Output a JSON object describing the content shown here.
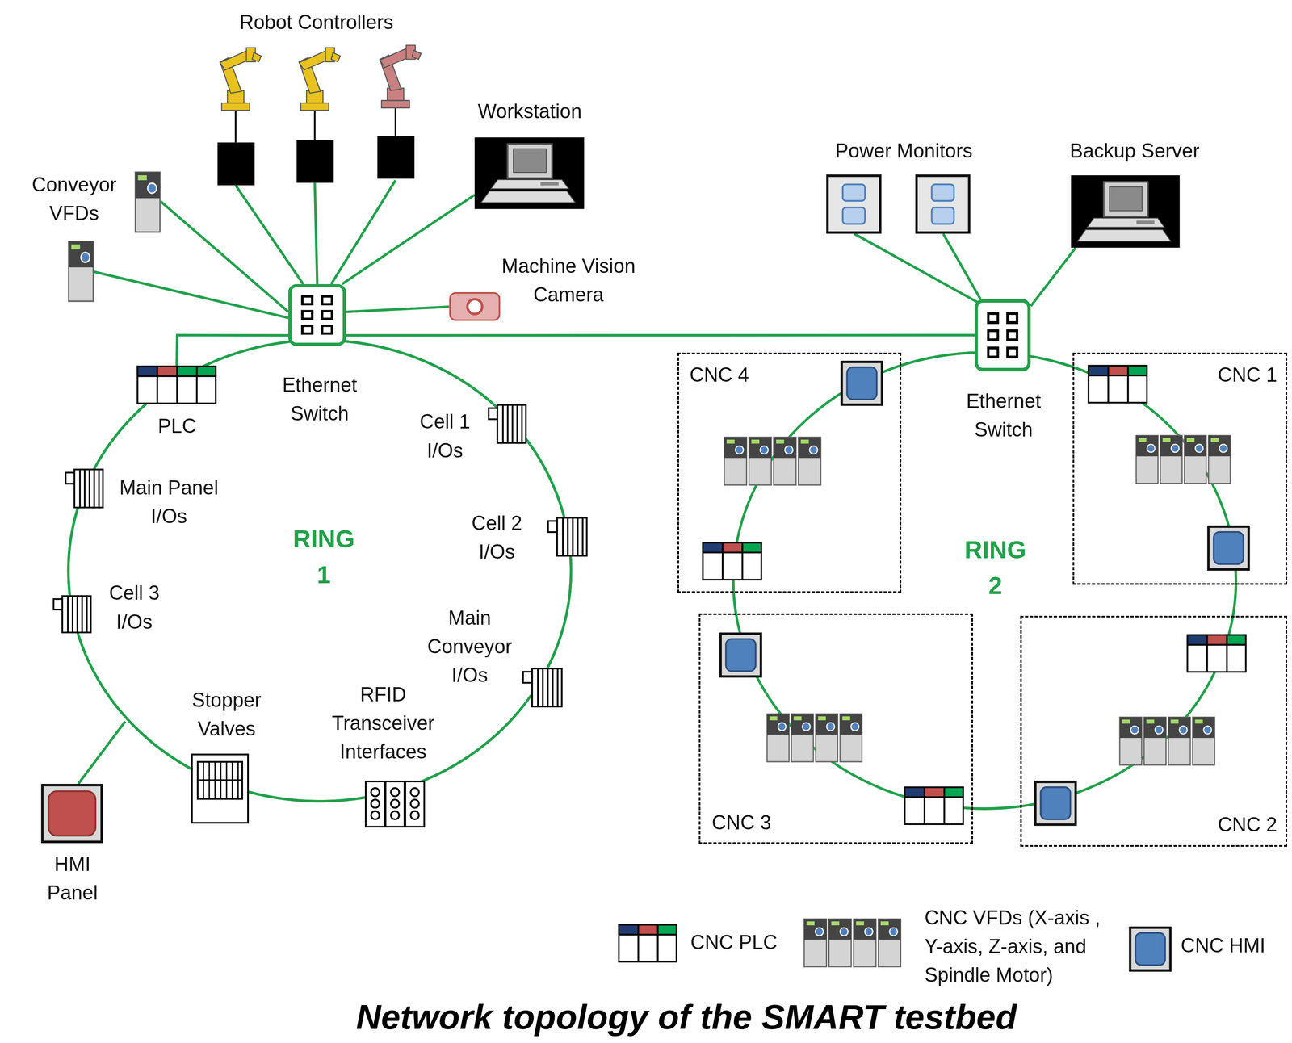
{
  "diagram": {
    "caption": "Network topology of the SMART testbed",
    "nodes": [
      {
        "text": [
          "Conveyor VFDs"
        ]
      },
      {
        "text": [
          "Workstation"
        ]
      },
      {
        "text": [
          "Ethernet Switch"
        ]
      },
      {
        "text": [
          "Machine Vision Camera"
        ]
      },
      {
        "text": [
          "Power Monitors"
        ]
      },
      {
        "text": [
          "Backup Server"
        ]
      },
      {
        "text": [
          "Ethernet Switch"
        ]
      },
      {
        "text": [
          "PLC"
        ]
      },
      {
        "text": [
          "Cell 1 I/Os"
        ]
      },
      {
        "text": [
          "Main Panel I/Os"
        ]
      },
      {
        "text": [
          "Cell 2 I/Os"
        ]
      },
      {
        "text": [
          "Cell 3 I/Os"
        ]
      },
      {
        "text": [
          "Main Conveyor I/Os"
        ]
      },
      {
        "text": [
          "Stopper Valves"
        ]
      },
      {
        "text": [
          "RFID Transceiver Interfaces"
        ]
      },
      {
        "text": [
          "HMI Panel"
        ]
      },
      {
        "text": [
          "CNC 4"
        ]
      },
      {
        "text": [
          "CNC 1"
        ]
      },
      {
        "text": [
          "CNC 3"
        ]
      },
      {
        "text": [
          "CNC 2"
        ]
      }
    ],
    "edges": [
      {
        "from": 2,
        "to": 0,
        "arrow": "none"
      },
      {
        "from": 2,
        "to": 1,
        "arrow": "none"
      },
      {
        "from": 2,
        "to": 3,
        "arrow": "none"
      },
      {
        "from": 2,
        "to": 6,
        "arrow": "none"
      },
      {
        "from": 6,
        "to": 4,
        "arrow": "none"
      },
      {
        "from": 6,
        "to": 5,
        "arrow": "none"
      },
      {
        "from": 2,
        "to": 7,
        "arrow": "none"
      },
      {
        "from": 2,
        "to": 8,
        "arrow": "none"
      },
      {
        "from": 8,
        "to": 10,
        "arrow": "none"
      },
      {
        "from": 10,
        "to": 12,
        "arrow": "none"
      },
      {
        "from": 12,
        "to": 14,
        "arrow": "none"
      },
      {
        "from": 14,
        "to": 13,
        "arrow": "none"
      },
      {
        "from": 13,
        "to": 11,
        "arrow": "none"
      },
      {
        "from": 11,
        "to": 9,
        "arrow": "none"
      },
      {
        "from": 9,
        "to": 7,
        "arrow": "none"
      },
      {
        "from": 7,
        "to": 2,
        "arrow": "none"
      },
      {
        "from": 6,
        "to": 17,
        "arrow": "none"
      },
      {
        "from": 17,
        "to": 19,
        "arrow": "none"
      },
      {
        "from": 19,
        "to": 18,
        "arrow": "none"
      },
      {
        "from": 18,
        "to": 16,
        "arrow": "none"
      },
      {
        "from": 16,
        "to": 6,
        "arrow": "none"
      }
    ],
    "labels": [
      "Robot Controllers",
      "RING 1",
      "RING 2"
    ],
    "legend": [
      {
        "text": "CNC PLC"
      },
      {
        "text": "CNC VFDs (X-axis , Y-axis, Z-axis, and Spindle Motor)"
      },
      {
        "text": "CNC HMI"
      }
    ]
  }
}
